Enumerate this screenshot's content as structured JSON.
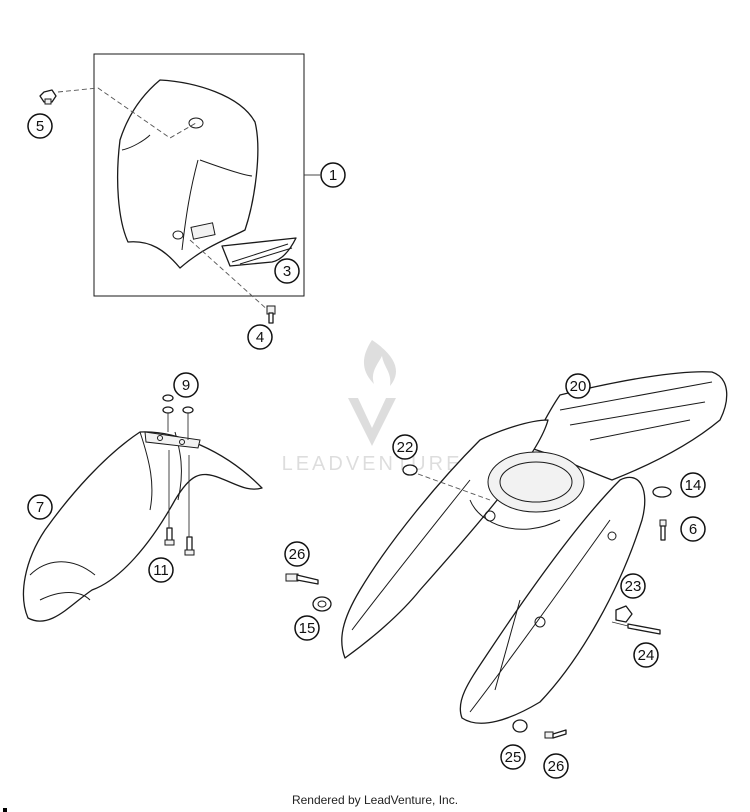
{
  "watermark": {
    "text": "LEADVENTURE"
  },
  "credit": "Rendered by LeadVenture, Inc.",
  "callouts": [
    {
      "id": "c1",
      "label": "1"
    },
    {
      "id": "c3",
      "label": "3"
    },
    {
      "id": "c4",
      "label": "4"
    },
    {
      "id": "c5",
      "label": "5"
    },
    {
      "id": "c6",
      "label": "6"
    },
    {
      "id": "c7",
      "label": "7"
    },
    {
      "id": "c9",
      "label": "9"
    },
    {
      "id": "c11",
      "label": "11"
    },
    {
      "id": "c14",
      "label": "14"
    },
    {
      "id": "c15",
      "label": "15"
    },
    {
      "id": "c20",
      "label": "20"
    },
    {
      "id": "c22",
      "label": "22"
    },
    {
      "id": "c23",
      "label": "23"
    },
    {
      "id": "c24",
      "label": "24"
    },
    {
      "id": "c25",
      "label": "25"
    },
    {
      "id": "c26a",
      "label": "26"
    },
    {
      "id": "c26b",
      "label": "26"
    }
  ]
}
